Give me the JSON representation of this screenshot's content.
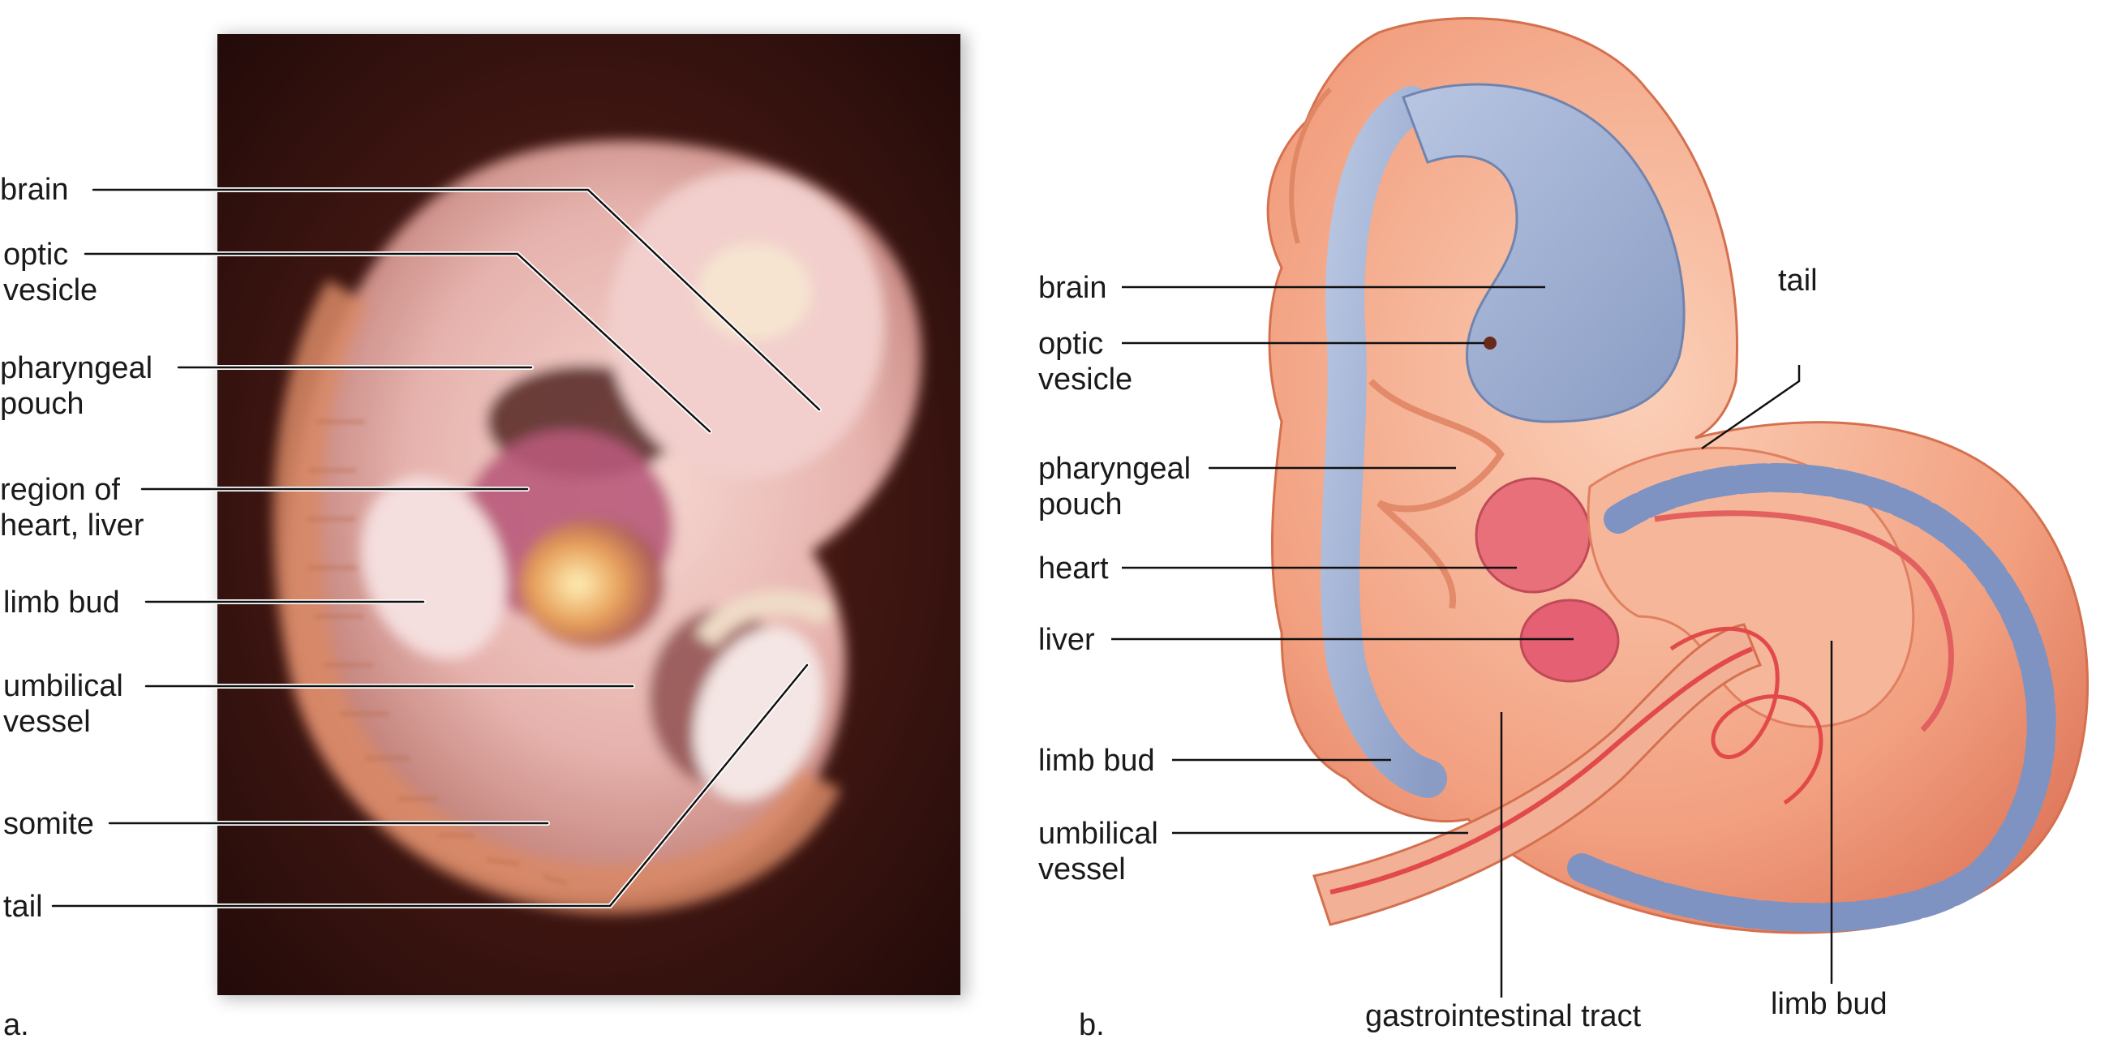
{
  "panel_a": {
    "letter": "a.",
    "labels": {
      "brain": "brain",
      "optic_vesicle": "optic\nvesicle",
      "pharyngeal_pouch": "pharyngeal\npouch",
      "region_heart_liver": "region of\nheart, liver",
      "limb_bud": "limb bud",
      "umbilical_vessel": "umbilical\nvessel",
      "somite": "somite",
      "tail": "tail"
    }
  },
  "panel_b": {
    "letter": "b.",
    "labels": {
      "brain": "brain",
      "optic_vesicle": "optic\nvesicle",
      "pharyngeal_pouch": "pharyngeal\npouch",
      "heart": "heart",
      "liver": "liver",
      "limb_bud_left": "limb bud",
      "umbilical_vessel": "umbilical\nvessel",
      "tail": "tail",
      "gastrointestinal_tract": "gastrointestinal tract",
      "limb_bud_bottom": "limb bud"
    }
  },
  "colors": {
    "photo_background": "#3a1410",
    "embryo_pink": "#e8b4b0",
    "illustration_skin": "#f3a585",
    "neural_blue": "#9fb0d0",
    "heart_red": "#e8707a"
  }
}
